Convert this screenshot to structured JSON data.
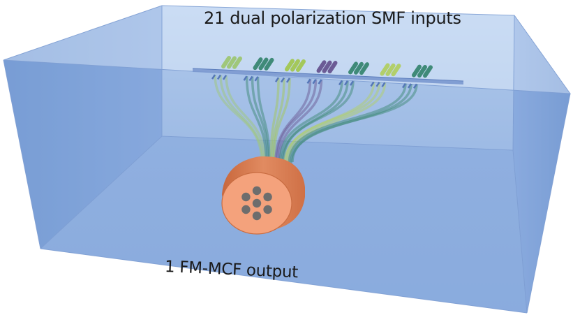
{
  "labels": {
    "inputs": "21 dual polarization SMF inputs",
    "output": "1 FM-MCF output"
  },
  "counts": {
    "smf_inputs": 21,
    "mcf_cores": 7
  },
  "colors": {
    "glass": "#8fb0e0",
    "glass_dark": "#7c9fd6",
    "top_face": "#c9dcf3",
    "fiber_body": "#e99770",
    "fiber_face": "#f4a27c",
    "fiber_rim": "#c06a40",
    "core": "#6d6d6d",
    "fiber_groups": [
      "#9fc77a",
      "#3f8a78",
      "#a4c85a",
      "#6b5b95",
      "#3f8a78",
      "#b2cf6a",
      "#3f8a78"
    ]
  }
}
